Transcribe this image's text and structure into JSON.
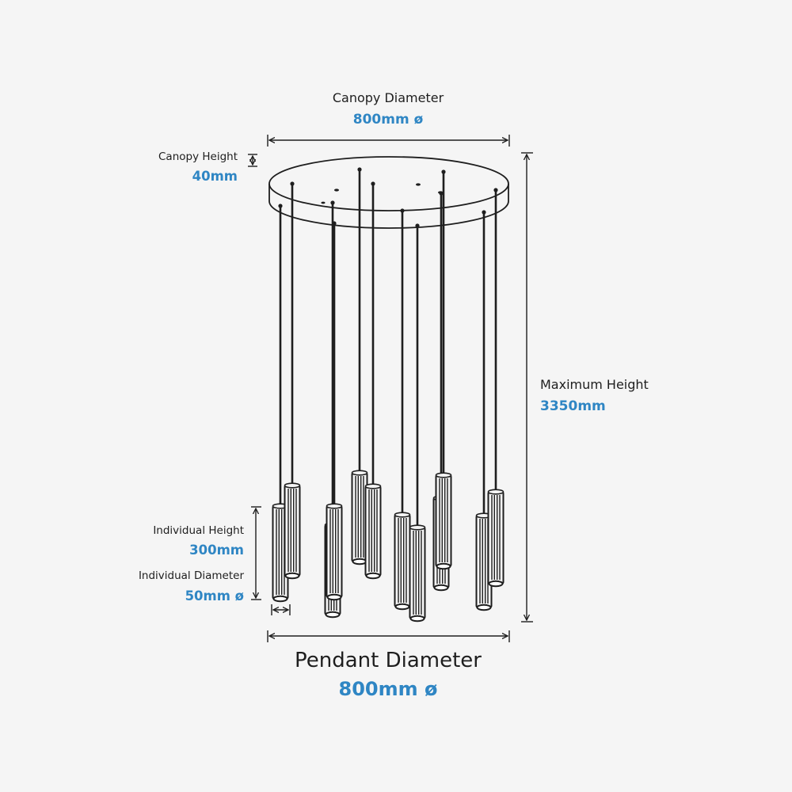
{
  "colors": {
    "line": "#1e1e1e",
    "accent": "#2f86c4",
    "background": "#f5f5f5"
  },
  "dimensions": {
    "canopy_diameter": {
      "title": "Canopy Diameter",
      "value": "800mm ø"
    },
    "canopy_height": {
      "title": "Canopy Height",
      "value": "40mm"
    },
    "maximum_height": {
      "title": "Maximum Height",
      "value": "3350mm"
    },
    "individual_height": {
      "title": "Individual Height",
      "value": "300mm"
    },
    "individual_diameter": {
      "title": "Individual Diameter",
      "value": "50mm ø"
    },
    "pendant_diameter": {
      "title": "Pendant Diameter",
      "value": "800mm ø"
    }
  },
  "fixture": {
    "pendant_count": 12,
    "canopy_shape": "round"
  }
}
